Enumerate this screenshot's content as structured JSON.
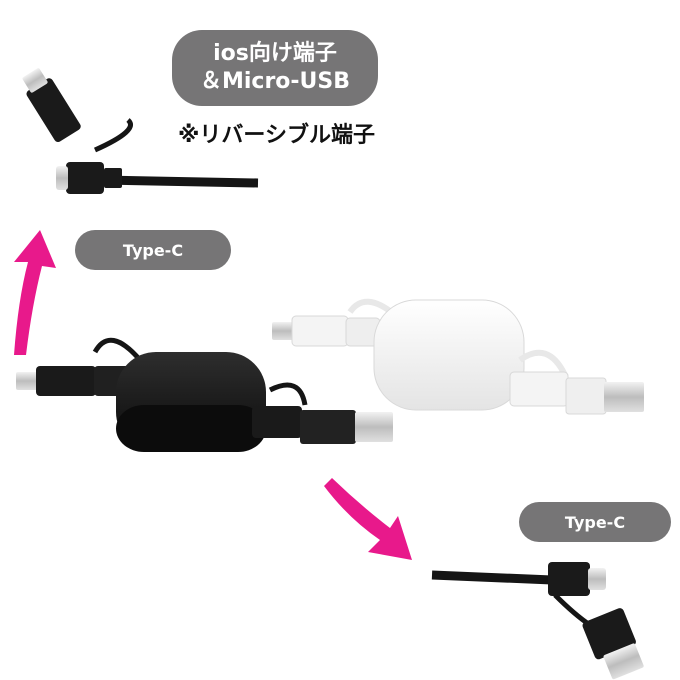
{
  "labels": {
    "connector_main_line1": "ios向け端子",
    "connector_main_line2": "＆Micro-USB",
    "reversible_note": "※リバーシブル端子",
    "typec_top": "Type-C",
    "typec_bottom": "Type-C"
  },
  "colors": {
    "pill_background": "#767576",
    "arrow": "#e8198b",
    "cable_black": "#151515",
    "cable_white": "#f4f4f4"
  }
}
